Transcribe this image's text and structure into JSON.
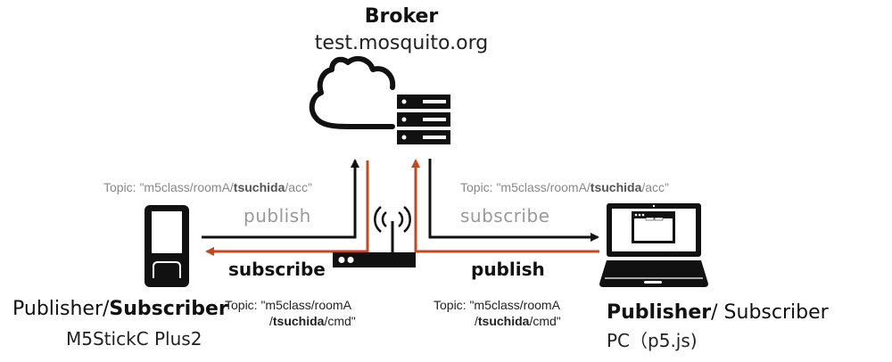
{
  "broker": {
    "title": "Broker",
    "host": "test.mosquito.org"
  },
  "left": {
    "topic_top": {
      "prefix": "Topic: \"m5class/roomA/",
      "bold": "tsuchida",
      "suffix": "/acc\""
    },
    "publish_label": "publish",
    "subscribe_label": "subscribe",
    "topic_bottom": {
      "line1": "Topic: \"m5class/roomA",
      "prefix2": "/",
      "bold": "tsuchida",
      "suffix2": "/cmd\""
    },
    "device": {
      "role_plain": "Publisher/",
      "role_bold": "Subscriber",
      "name": "M5StickC Plus2"
    }
  },
  "right": {
    "topic_top": {
      "prefix": "Topic: \"m5class/roomA/",
      "bold": "tsuchida",
      "suffix": "/acc\""
    },
    "subscribe_label": "subscribe",
    "publish_label": "publish",
    "topic_bottom": {
      "line1": "Topic: \"m5class/roomA",
      "prefix2": "/",
      "bold": "tsuchida",
      "suffix2": "/cmd\""
    },
    "device": {
      "role_bold": "Publisher",
      "role_plain": "/ Subscriber",
      "name": "PC（p5.js)"
    }
  },
  "colors": {
    "line_black": "#111111",
    "line_red": "#c8471c"
  }
}
